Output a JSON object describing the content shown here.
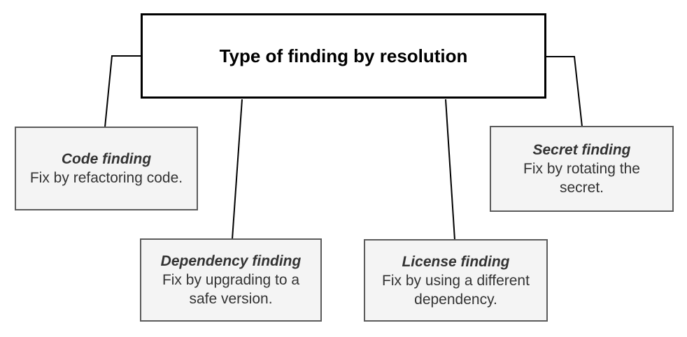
{
  "diagram": {
    "root": {
      "title": "Type of finding by resolution"
    },
    "nodes": [
      {
        "id": "code-finding",
        "title": "Code finding",
        "description": "Fix by refactoring code."
      },
      {
        "id": "dependency-finding",
        "title": "Dependency finding",
        "description": "Fix by upgrading to a\nsafe version."
      },
      {
        "id": "license-finding",
        "title": "License finding",
        "description": "Fix by using a different\ndependency."
      },
      {
        "id": "secret-finding",
        "title": "Secret finding",
        "description": "Fix by rotating the\nsecret."
      }
    ],
    "colors": {
      "root_border": "#000000",
      "root_background": "#ffffff",
      "node_border": "#5b5b5b",
      "node_background": "#f4f4f4",
      "node_text": "#333333",
      "connector": "#000000"
    }
  }
}
